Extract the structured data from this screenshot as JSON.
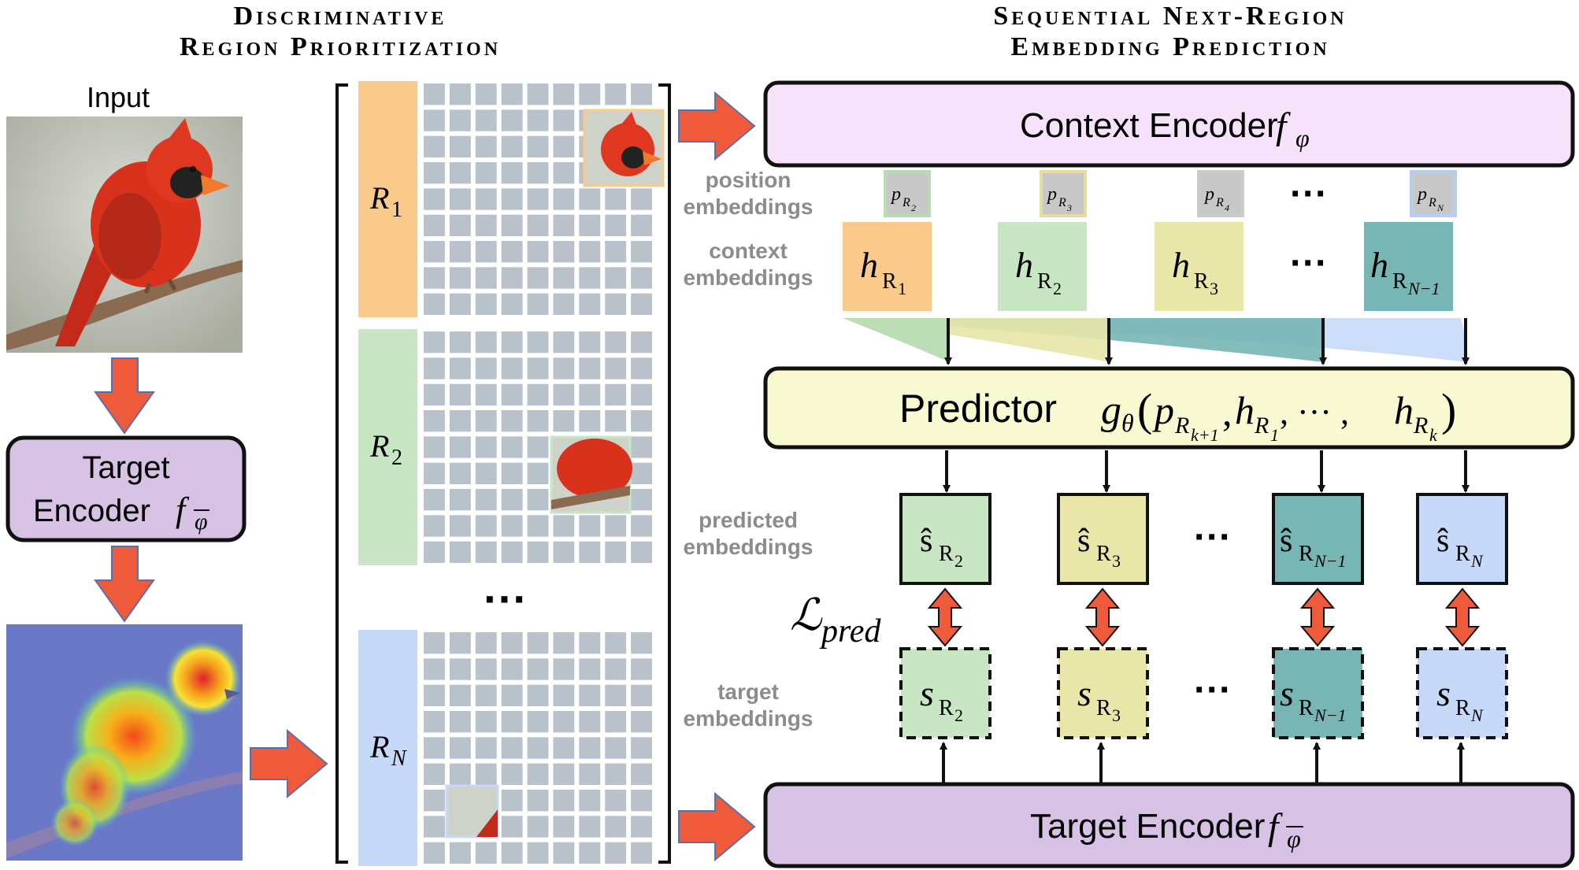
{
  "headings": {
    "left_line1": "Discriminative",
    "left_line2": "Region Prioritization",
    "right_line1": "Sequential Next-Region",
    "right_line2": "Embedding Prediction"
  },
  "input": {
    "label": "Input"
  },
  "target_encoder_left": {
    "line1": "Target",
    "line2_prefix": "Encoder ",
    "f": "f",
    "sub": "φ"
  },
  "regions": [
    {
      "R": "R",
      "sub": "1",
      "color": "#f9ca8c"
    },
    {
      "R": "R",
      "sub": "2",
      "color": "#c8e6c4"
    },
    {
      "R": "R",
      "sub": "N",
      "color": "#c6d9f8"
    }
  ],
  "region_ellipsis": "···",
  "context_encoder": {
    "text": "Context Encoder",
    "f": "f",
    "sub": "φ",
    "color": "#f7e2fb"
  },
  "predictor": {
    "text": "Predictor ",
    "g": "g",
    "g_sub": "θ",
    "open": "(",
    "p": "p",
    "p_sub": "R",
    "p_subsub": "k+1",
    "comma1": ",",
    "h1": "h",
    "h1_sub": "R",
    "h1_subsub": "1",
    "dots": ", ··· ,",
    "hk": "h",
    "hk_sub": "R",
    "hk_subsub": "k",
    "close": ")",
    "color": "#fafad2"
  },
  "target_encoder_bottom": {
    "text": "Target Encoder",
    "f": "f",
    "sub": "φ",
    "color": "#d7c2e6"
  },
  "row_labels": {
    "position_1": "position",
    "position_2": "embeddings",
    "context_1": "context",
    "context_2": "embeddings",
    "predicted_1": "predicted",
    "predicted_2": "embeddings",
    "target_1": "target",
    "target_2": "embeddings"
  },
  "position_embeddings": [
    {
      "p": "p",
      "sub": "R",
      "subsub": "2",
      "border": "#b7dcb1"
    },
    {
      "p": "p",
      "sub": "R",
      "subsub": "3",
      "border": "#e6dca0"
    },
    {
      "p": "p",
      "sub": "R",
      "subsub": "4",
      "border": "#cccccc"
    },
    {
      "p": "p",
      "sub": "R",
      "subsub": "N",
      "border": "#b5cdf2"
    }
  ],
  "context_embeddings": [
    {
      "h": "h",
      "sub": "R",
      "subsub": "1",
      "color": "#f9ca8c"
    },
    {
      "h": "h",
      "sub": "R",
      "subsub": "2",
      "color": "#c8e6c4"
    },
    {
      "h": "h",
      "sub": "R",
      "subsub": "3",
      "color": "#e8e6a8"
    },
    {
      "h": "h",
      "sub": "R",
      "subsub": "N−1",
      "color": "#78b5b5"
    }
  ],
  "predicted_embeddings": [
    {
      "s": "ŝ",
      "sub": "R",
      "subsub": "2",
      "color": "#c8e6c4"
    },
    {
      "s": "ŝ",
      "sub": "R",
      "subsub": "3",
      "color": "#e8e6a8"
    },
    {
      "s": "ŝ",
      "sub": "R",
      "subsub": "N−1",
      "color": "#78b5b5"
    },
    {
      "s": "ŝ",
      "sub": "R",
      "subsub": "N",
      "color": "#c6d9f8"
    }
  ],
  "target_embeddings": [
    {
      "s": "s",
      "sub": "R",
      "subsub": "2",
      "color": "#c8e6c4"
    },
    {
      "s": "s",
      "sub": "R",
      "subsub": "3",
      "color": "#e8e6a8"
    },
    {
      "s": "s",
      "sub": "R",
      "subsub": "N−1",
      "color": "#78b5b5"
    },
    {
      "s": "s",
      "sub": "R",
      "subsub": "N",
      "color": "#c6d9f8"
    }
  ],
  "ellipsis": "···",
  "loss": {
    "L": "ℒ",
    "sub": "pred"
  },
  "colors": {
    "arrow": "#ef5a3a",
    "grid_cell": "#b9c1ca",
    "bird_red": "#d8321d"
  }
}
